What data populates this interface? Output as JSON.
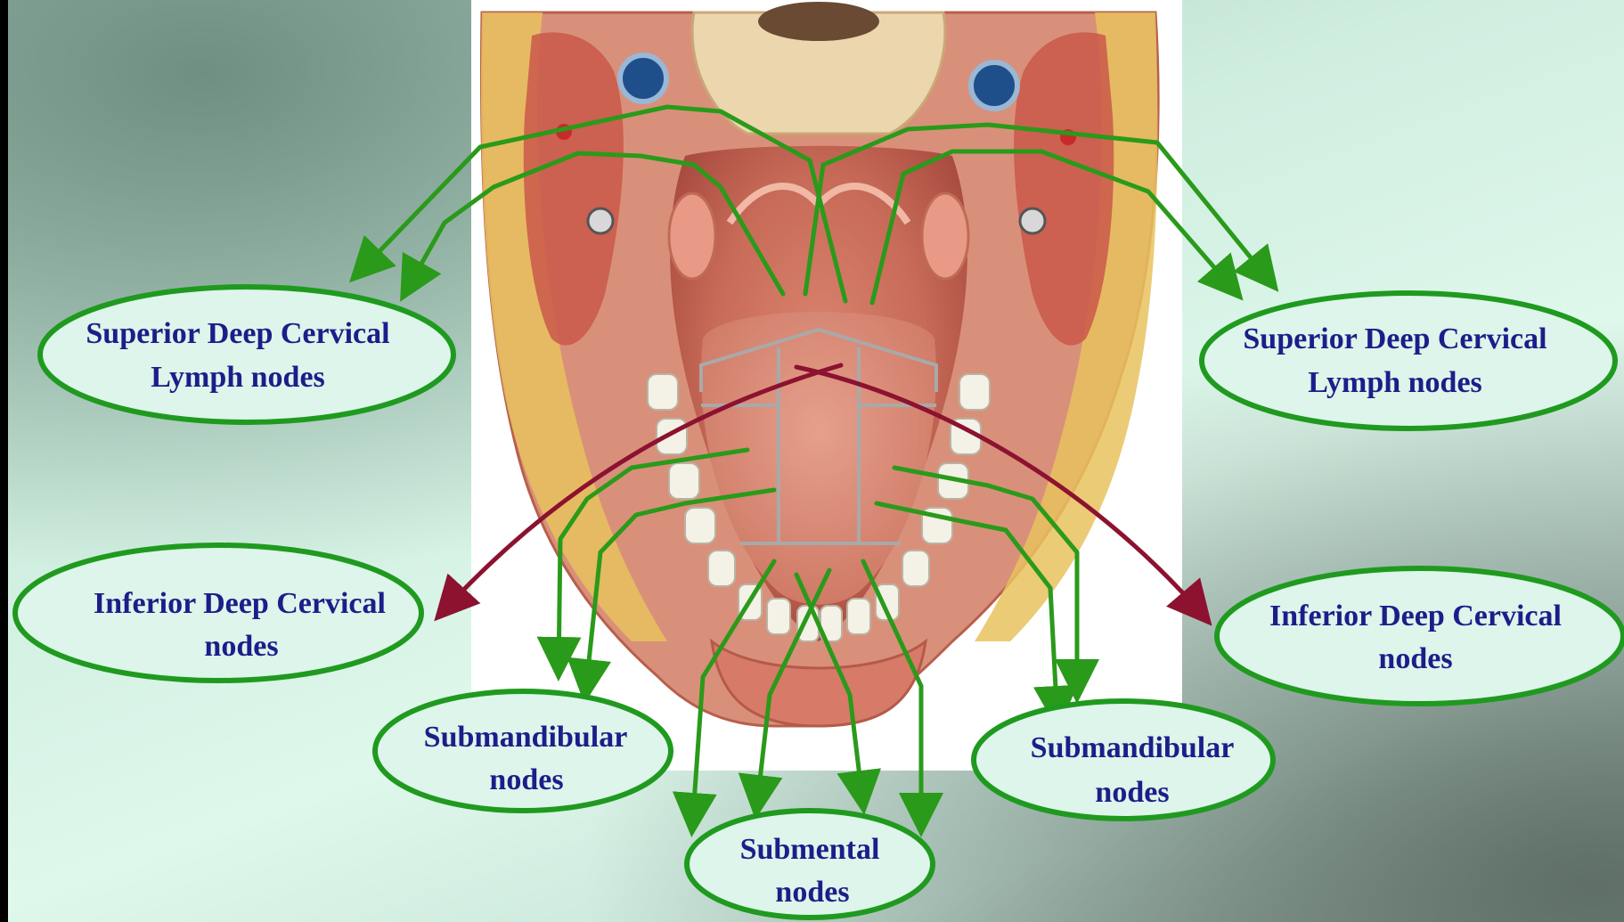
{
  "colors": {
    "background": "#d6f2e5",
    "ellipse_stroke": "#1f9a1f",
    "ellipse_fill": "#ddf5ea",
    "label_text": "#1d1d8a",
    "green_arrow": "#2a9a1a",
    "red_arrow": "#8c1230",
    "region_lines": "#a9a9a9"
  },
  "illustration": {
    "icon": "tongue-oral-cavity-anatomy-illustration"
  },
  "nodes": {
    "superior_left": {
      "line1": "Superior Deep Cervical",
      "line2": "Lymph nodes"
    },
    "superior_right": {
      "line1": "Superior Deep Cervical",
      "line2": "Lymph nodes"
    },
    "inferior_left": {
      "line1": "Inferior Deep Cervical",
      "line2": "nodes"
    },
    "inferior_right": {
      "line1": "Inferior Deep Cervical",
      "line2": "nodes"
    },
    "submandibular_left": {
      "line1": "Submandibular",
      "line2": "nodes"
    },
    "submandibular_right": {
      "line1": "Submandibular",
      "line2": "nodes"
    },
    "submental": {
      "line1": "Submental",
      "line2": "nodes"
    }
  }
}
